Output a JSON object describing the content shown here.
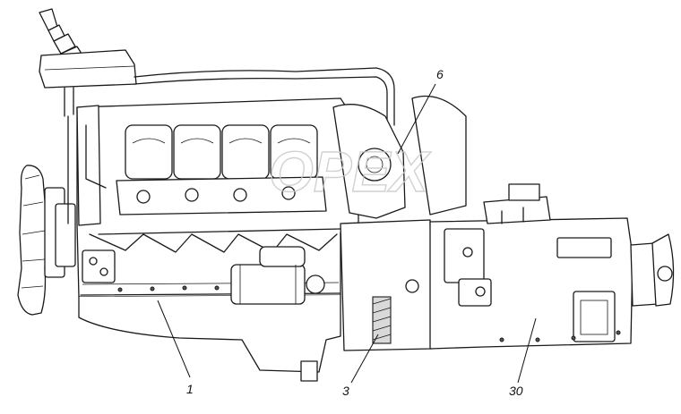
{
  "diagram": {
    "callouts": [
      {
        "id": "callout-1",
        "label": "1"
      },
      {
        "id": "callout-3",
        "label": "3"
      },
      {
        "id": "callout-6",
        "label": "6"
      },
      {
        "id": "callout-30",
        "label": "30"
      }
    ],
    "watermark": "ОPEX"
  },
  "colors": {
    "line": "#1a1a1a",
    "background": "#ffffff",
    "watermark": "#c9c9c9"
  }
}
